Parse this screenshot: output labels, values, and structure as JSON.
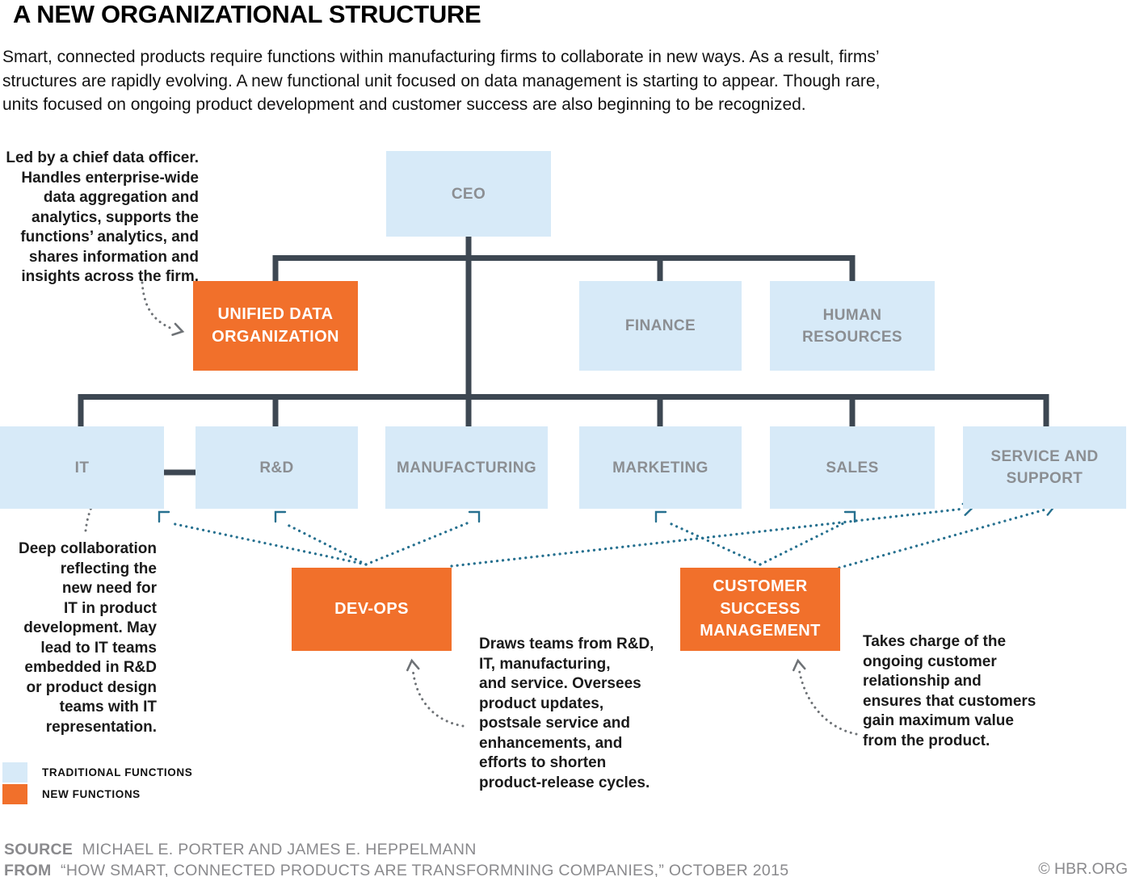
{
  "title": "A NEW ORGANIZATIONAL STRUCTURE",
  "intro": "Smart, connected products require functions within manufacturing firms to collaborate in new ways. As a result, firms’\nstructures are rapidly evolving. A new functional unit focused on data management is starting to appear. Though rare,\nunits focused on ongoing product development and customer success are also beginning to be recognized.",
  "boxes": {
    "ceo": {
      "label": "CEO",
      "type": "traditional"
    },
    "udo": {
      "label": "UNIFIED DATA\nORGANIZATION",
      "type": "new"
    },
    "finance": {
      "label": "FINANCE",
      "type": "traditional"
    },
    "hr": {
      "label": "HUMAN\nRESOURCES",
      "type": "traditional"
    },
    "it": {
      "label": "IT",
      "type": "traditional"
    },
    "rd": {
      "label": "R&D",
      "type": "traditional"
    },
    "manufacturing": {
      "label": "MANUFACTURING",
      "type": "traditional"
    },
    "marketing": {
      "label": "MARKETING",
      "type": "traditional"
    },
    "sales": {
      "label": "SALES",
      "type": "traditional"
    },
    "service": {
      "label": "SERVICE AND\nSUPPORT",
      "type": "traditional"
    },
    "devops": {
      "label": "DEV-OPS",
      "type": "new"
    },
    "csm": {
      "label": "CUSTOMER\nSUCCESS\nMANAGEMENT",
      "type": "new"
    }
  },
  "annotations": {
    "udo": "Led by a chief data officer.\nHandles enterprise-wide\ndata aggregation and\nanalytics, supports the\nfunctions’ analytics, and\nshares information and\ninsights across the firm.",
    "it": "Deep collaboration\nreflecting the\nnew need for\nIT in product\ndevelopment. May\nlead to IT teams\nembedded in R&D\nor product design\nteams with IT\nrepresentation.",
    "devops": "Draws teams from R&D,\nIT, manufacturing,\nand service. Oversees\nproduct updates,\npostsale service and\nenhancements, and\nefforts to shorten\nproduct-release cycles.",
    "csm": "Takes charge of the\nongoing customer\nrelationship and\nensures that customers\ngain maximum value\nfrom the product."
  },
  "legend": {
    "traditional": "TRADITIONAL FUNCTIONS",
    "new": "NEW FUNCTIONS"
  },
  "footer": {
    "source_label": "SOURCE",
    "source": "MICHAEL E. PORTER AND JAMES E. HEPPELMANN",
    "from_label": "FROM",
    "from": "“HOW SMART, CONNECTED PRODUCTS ARE TRANSFORMNING COMPANIES,” OCTOBER 2015",
    "copyright": "© HBR.ORG"
  },
  "colors": {
    "new_function": "#F1702B",
    "traditional_function": "#D7EAF8",
    "connector": "#3D4752",
    "dotted_link": "#26708F",
    "dotted_note": "#6E7276",
    "box_label": "#8B8E92",
    "footer_text": "#8A8A8D"
  }
}
